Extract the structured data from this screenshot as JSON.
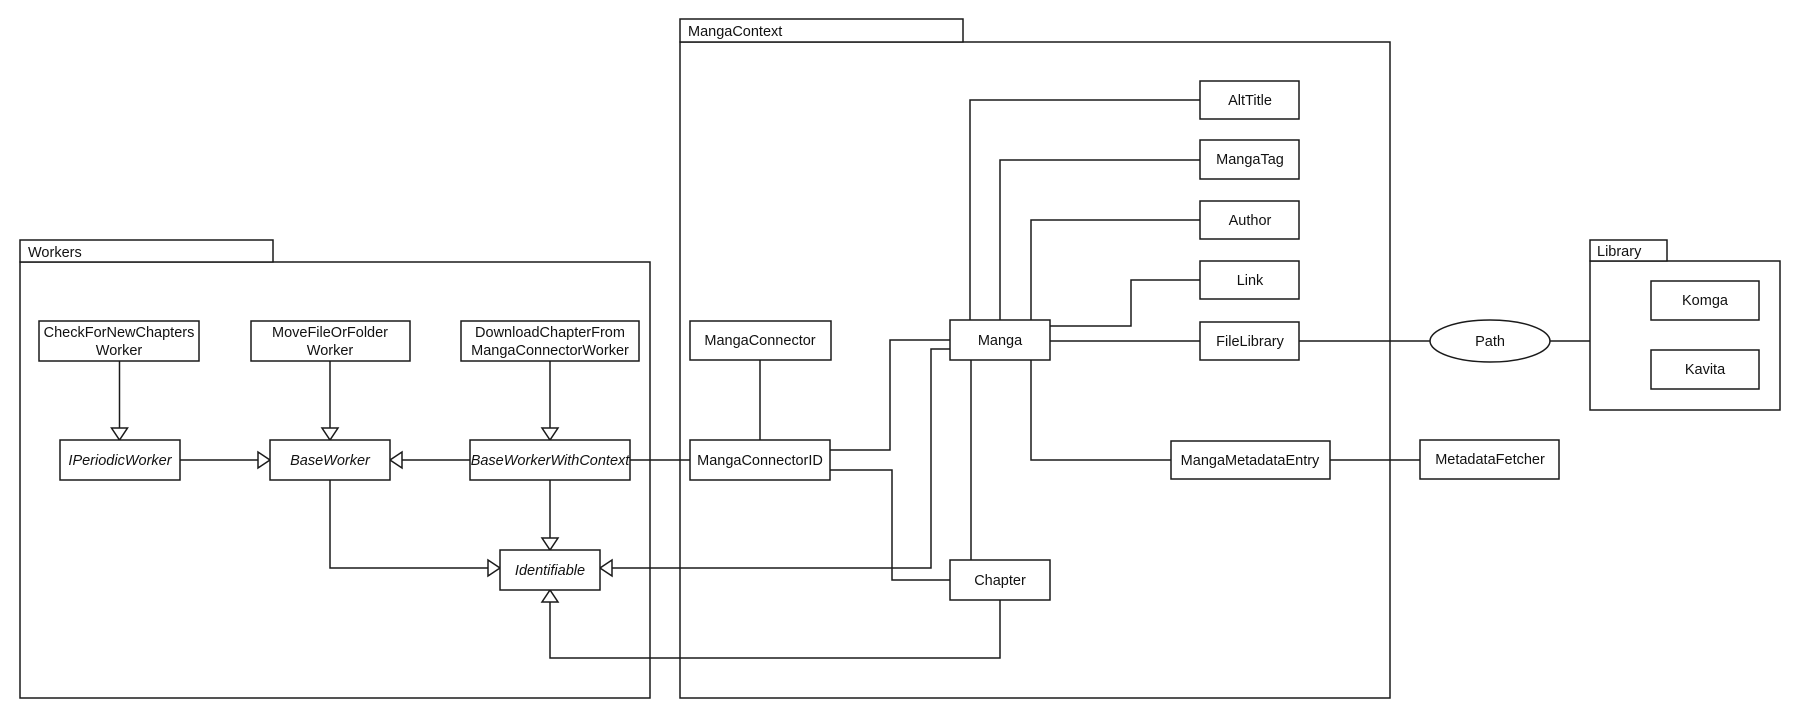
{
  "diagram": {
    "type": "uml-class-diagram",
    "colors": {
      "stroke": "#1a1a1a",
      "background": "#ffffff",
      "node_fill": "#ffffff"
    },
    "packages": {
      "workers": {
        "label": "Workers"
      },
      "manga_context": {
        "label": "MangaContext"
      },
      "library": {
        "label": "Library"
      }
    },
    "classes": {
      "check_for_new_chapters_worker": {
        "label": "CheckForNewChaptersWorker",
        "line1": "CheckForNewChapters",
        "line2": "Worker",
        "package": "Workers",
        "abstract": false
      },
      "move_file_or_folder_worker": {
        "label": "MoveFileOrFolderWorker",
        "line1": "MoveFileOrFolder",
        "line2": "Worker",
        "package": "Workers",
        "abstract": false
      },
      "download_chapter_from_manga_connector_worker": {
        "label": "DownloadChapterFromMangaConnectorWorker",
        "line1": "DownloadChapterFrom",
        "line2": "MangaConnectorWorker",
        "package": "Workers",
        "abstract": false
      },
      "i_periodic_worker": {
        "label": "IPeriodicWorker",
        "package": "Workers",
        "abstract": true
      },
      "base_worker": {
        "label": "BaseWorker",
        "package": "Workers",
        "abstract": true
      },
      "base_worker_with_context": {
        "label": "BaseWorkerWithContext",
        "package": "Workers",
        "abstract": true
      },
      "identifiable": {
        "label": "Identifiable",
        "package": "Workers",
        "abstract": true
      },
      "manga_connector": {
        "label": "MangaConnector",
        "package": "MangaContext",
        "abstract": false
      },
      "manga_connector_id": {
        "label": "MangaConnectorID",
        "package": "MangaContext",
        "abstract": false
      },
      "manga": {
        "label": "Manga",
        "package": "MangaContext",
        "abstract": false
      },
      "chapter": {
        "label": "Chapter",
        "package": "MangaContext",
        "abstract": false
      },
      "alt_title": {
        "label": "AltTitle",
        "package": "MangaContext",
        "abstract": false
      },
      "manga_tag": {
        "label": "MangaTag",
        "package": "MangaContext",
        "abstract": false
      },
      "author": {
        "label": "Author",
        "package": "MangaContext",
        "abstract": false
      },
      "link": {
        "label": "Link",
        "package": "MangaContext",
        "abstract": false
      },
      "file_library": {
        "label": "FileLibrary",
        "package": "MangaContext",
        "abstract": false
      },
      "manga_metadata_entry": {
        "label": "MangaMetadataEntry",
        "package": "MangaContext",
        "abstract": false
      },
      "metadata_fetcher": {
        "label": "MetadataFetcher",
        "package": "",
        "abstract": false
      },
      "komga": {
        "label": "Komga",
        "package": "Library",
        "abstract": false
      },
      "kavita": {
        "label": "Kavita",
        "package": "Library",
        "abstract": false
      }
    },
    "shapes": {
      "path_ellipse": {
        "label": "Path",
        "shape": "ellipse"
      }
    },
    "relationships": [
      {
        "from": "CheckForNewChaptersWorker",
        "to": "IPeriodicWorker",
        "type": "generalization"
      },
      {
        "from": "MoveFileOrFolderWorker",
        "to": "BaseWorker",
        "type": "generalization"
      },
      {
        "from": "DownloadChapterFromMangaConnectorWorker",
        "to": "BaseWorkerWithContext",
        "type": "generalization"
      },
      {
        "from": "IPeriodicWorker",
        "to": "BaseWorker",
        "type": "generalization"
      },
      {
        "from": "BaseWorkerWithContext",
        "to": "BaseWorker",
        "type": "generalization"
      },
      {
        "from": "BaseWorker",
        "to": "Identifiable",
        "type": "generalization"
      },
      {
        "from": "BaseWorkerWithContext",
        "to": "Identifiable",
        "type": "generalization"
      },
      {
        "from": "Manga",
        "to": "Identifiable",
        "type": "generalization"
      },
      {
        "from": "Chapter",
        "to": "Identifiable",
        "type": "generalization"
      },
      {
        "from": "BaseWorkerWithContext",
        "to": "MangaConnectorID",
        "type": "association"
      },
      {
        "from": "MangaConnector",
        "to": "MangaConnectorID",
        "type": "association"
      },
      {
        "from": "MangaConnectorID",
        "to": "Manga",
        "type": "association"
      },
      {
        "from": "MangaConnectorID",
        "to": "Chapter",
        "type": "association"
      },
      {
        "from": "Manga",
        "to": "Chapter",
        "type": "association"
      },
      {
        "from": "Manga",
        "to": "AltTitle",
        "type": "association"
      },
      {
        "from": "Manga",
        "to": "MangaTag",
        "type": "association"
      },
      {
        "from": "Manga",
        "to": "Author",
        "type": "association"
      },
      {
        "from": "Manga",
        "to": "Link",
        "type": "association"
      },
      {
        "from": "Manga",
        "to": "FileLibrary",
        "type": "association"
      },
      {
        "from": "Manga",
        "to": "MangaMetadataEntry",
        "type": "association"
      },
      {
        "from": "MangaMetadataEntry",
        "to": "MetadataFetcher",
        "type": "association"
      },
      {
        "from": "FileLibrary",
        "to": "Path",
        "type": "association"
      },
      {
        "from": "Path",
        "to": "Library",
        "type": "association"
      }
    ]
  }
}
